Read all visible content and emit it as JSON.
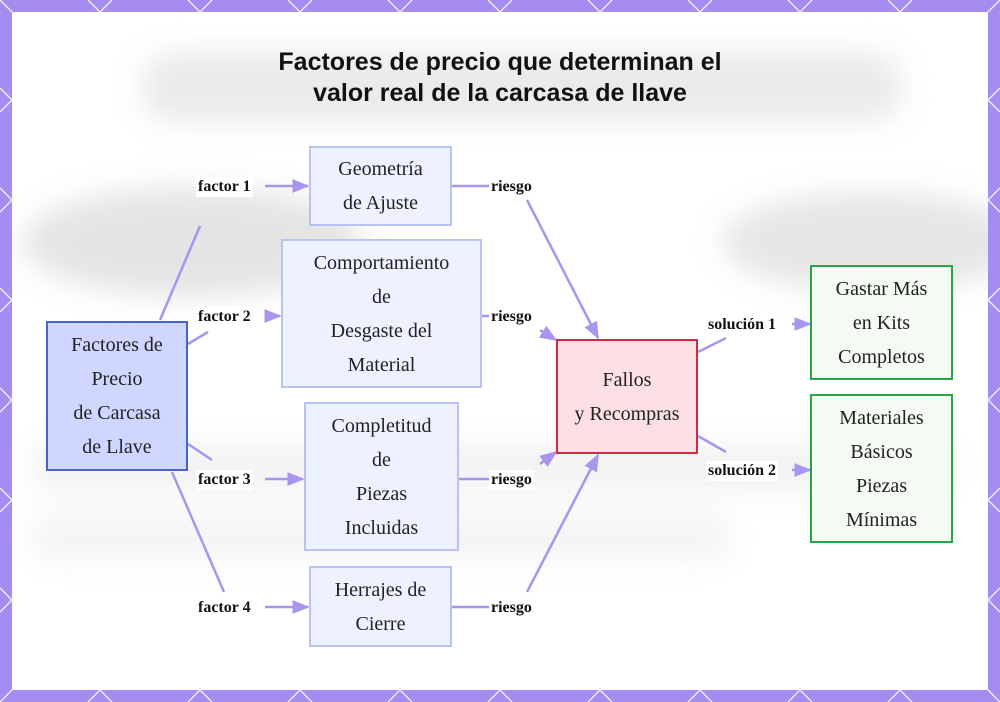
{
  "title": {
    "line1": "Factores de precio que determinan el",
    "line2": "valor real de la carcasa de llave"
  },
  "nodes": {
    "main": "Factores de\nPrecio\nde Carcasa\nde Llave",
    "geometria": "Geometría\nde Ajuste",
    "desgaste": "Comportamiento\nde\nDesgaste del\nMaterial",
    "completitud": "Completitud\nde\nPiezas\nIncluidas",
    "herrajes": "Herrajes de\nCierre",
    "fallos": "Fallos\ny Recompras",
    "kits": "Gastar Más\nen Kits\nCompletos",
    "basicos": "Materiales\nBásicos\nPiezas\nMínimas"
  },
  "edge_labels": {
    "factor1": "factor 1",
    "factor2": "factor 2",
    "factor3": "factor 3",
    "factor4": "factor 4",
    "riesgo1": "riesgo",
    "riesgo2": "riesgo",
    "riesgo3": "riesgo",
    "riesgo4": "riesgo",
    "solucion1": "solución 1",
    "solucion2": "solución 2"
  },
  "colors": {
    "edge": "#a995ee",
    "main_fill": "#cfd6ff",
    "main_border": "#4a62c9",
    "fallos_fill": "#fde0e4",
    "fallos_border": "#cc2c43",
    "solution_border": "#27a445",
    "frame": "#a58cf0"
  }
}
